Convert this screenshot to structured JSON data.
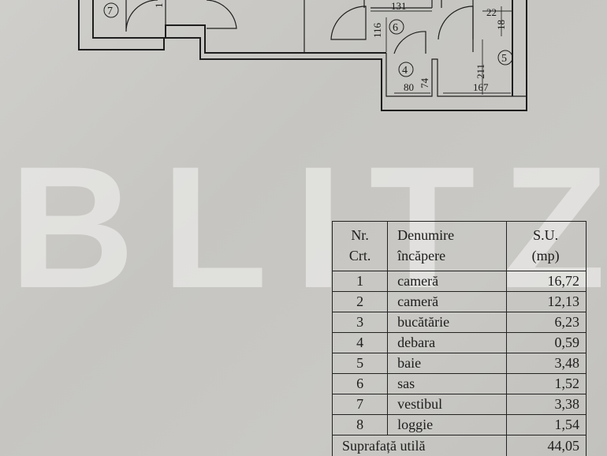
{
  "plan": {
    "room_labels": [
      "7",
      "6",
      "4",
      "5"
    ],
    "dimensions": [
      "131",
      "22",
      "116",
      "18",
      "211",
      "80",
      "74",
      "167",
      "1"
    ]
  },
  "watermark": {
    "text": "BLITZ"
  },
  "table": {
    "headers": {
      "nr_line1": "Nr.",
      "nr_line2": "Crt.",
      "name_line1": "Denumire",
      "name_line2": "încăpere",
      "su_line1": "S.U.",
      "su_line2": "(mp)"
    },
    "rows": [
      {
        "nr": "1",
        "name": "cameră",
        "su": "16,72"
      },
      {
        "nr": "2",
        "name": "cameră",
        "su": "12,13"
      },
      {
        "nr": "3",
        "name": "bucătărie",
        "su": "6,23"
      },
      {
        "nr": "4",
        "name": "debara",
        "su": "0,59"
      },
      {
        "nr": "5",
        "name": "baie",
        "su": "3,48"
      },
      {
        "nr": "6",
        "name": "sas",
        "su": "1,52"
      },
      {
        "nr": "7",
        "name": "vestibul",
        "su": "3,38"
      },
      {
        "nr": "8",
        "name": "loggie",
        "su": "1,54"
      }
    ],
    "footer": {
      "label": "Suprafață utilă",
      "value": "44,05"
    }
  }
}
